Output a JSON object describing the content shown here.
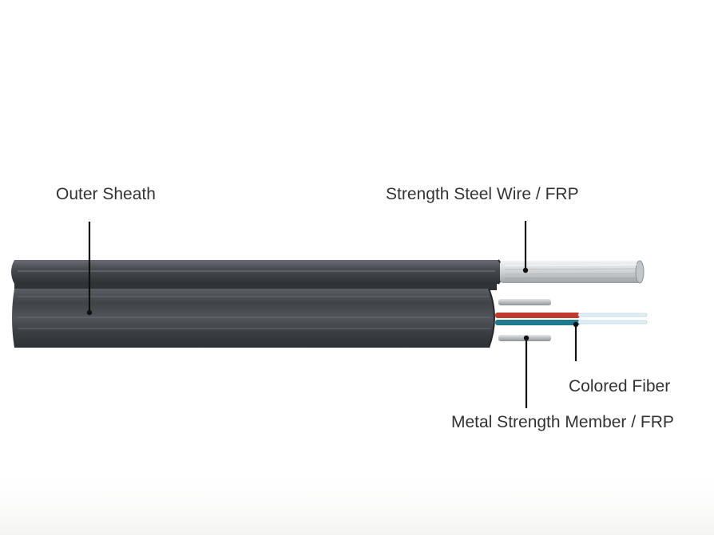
{
  "labels": {
    "outer_sheath": "Outer Sheath",
    "strength_steel_wire": "Strength Steel Wire / FRP",
    "colored_fiber": "Colored Fiber",
    "metal_strength_member": "Metal Strength Member / FRP"
  },
  "colors": {
    "sheath": "#3c3f44",
    "steel_wire": "#d8dadc",
    "fiber_red": "#c0392b",
    "fiber_teal": "#1f7a8c",
    "member": "#b9bcbf",
    "leader_line": "#111111"
  }
}
